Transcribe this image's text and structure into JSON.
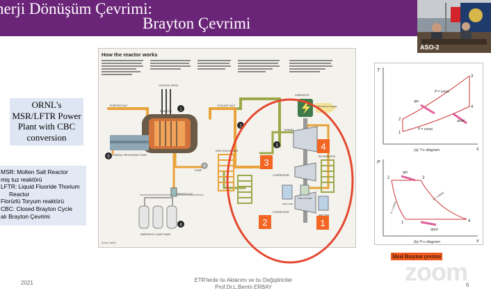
{
  "slide": {
    "title_line1": "nerji Dönüşüm Çevrimi:",
    "title_line2": "Brayton Çevrimi",
    "ornl_text": "ORNL's MSR/LFTR Power Plant with CBC conversion",
    "abbreviations": [
      "MSR: Molten Salt Reactor",
      "miş tuz reaktörü",
      "LFTR: Liquid Fluoride Thorium",
      "Reactor",
      "Florürlü Toryum reaktörü",
      "CBC: Closed Brayton Cycle",
      "alı Brayton Çevrimi"
    ],
    "footer_year": "2021",
    "footer_line1": "ETR'lerde Isı Aktarımı ve Isı Değiştiriciler",
    "footer_line2": "Prof.Dr.L.Berrin ERBAY",
    "page_number": "6",
    "ideal_label": "İdeal Brayton çevrimi"
  },
  "webcam": {
    "label": "ASO-2"
  },
  "zoom": {
    "watermark": "zoom"
  },
  "diagram": {
    "title": "How the reactor works",
    "labels": {
      "control_rods": "CONTROL RODS",
      "purified_salt": "PURIFIED SALT",
      "reactor": "REACTOR",
      "coolant_salt": "COOLANT SALT",
      "pump": "PUMP",
      "generator": "GENERATOR",
      "electrical_power": "ELECTRICAL POWER",
      "turbine": "TURBINE",
      "recuperator": "RECUPERATOR",
      "compressor": "COMPRESSOR",
      "heat_sink": "HEAT SINK",
      "pre_cooler": "PRE COOLER",
      "heat_exchanger": "HEAT EXCHANGER",
      "chemical_plant": "CHEMICAL PROCESSING PLANT",
      "freeze_plug": "FREEZE PLUG",
      "emergency_tanks": "EMERGENCY DUMP TANKS",
      "source": "Source: NASA"
    },
    "steps": [
      "1",
      "2",
      "3",
      "4",
      "5"
    ],
    "badges": [
      "1",
      "2",
      "3",
      "4"
    ]
  },
  "ts_diagram": {
    "ts_caption": "(a) T-s diagram",
    "pv_caption": "(b) P-v diagram",
    "t_axis": "T",
    "s_axis": "s",
    "p_axis": "P",
    "v_axis": "v",
    "q_in": "qin",
    "q_out": "qout",
    "p_const": "P = const.",
    "s_const": "s = const.",
    "points": [
      "1",
      "2",
      "3",
      "4"
    ]
  },
  "colors": {
    "banner": "#6a2478",
    "badge": "#f26522",
    "circle": "#e4472f",
    "pipe_orange": "#e8a33a",
    "pipe_green": "#9aa84a",
    "reactor": "#6a5b49"
  }
}
